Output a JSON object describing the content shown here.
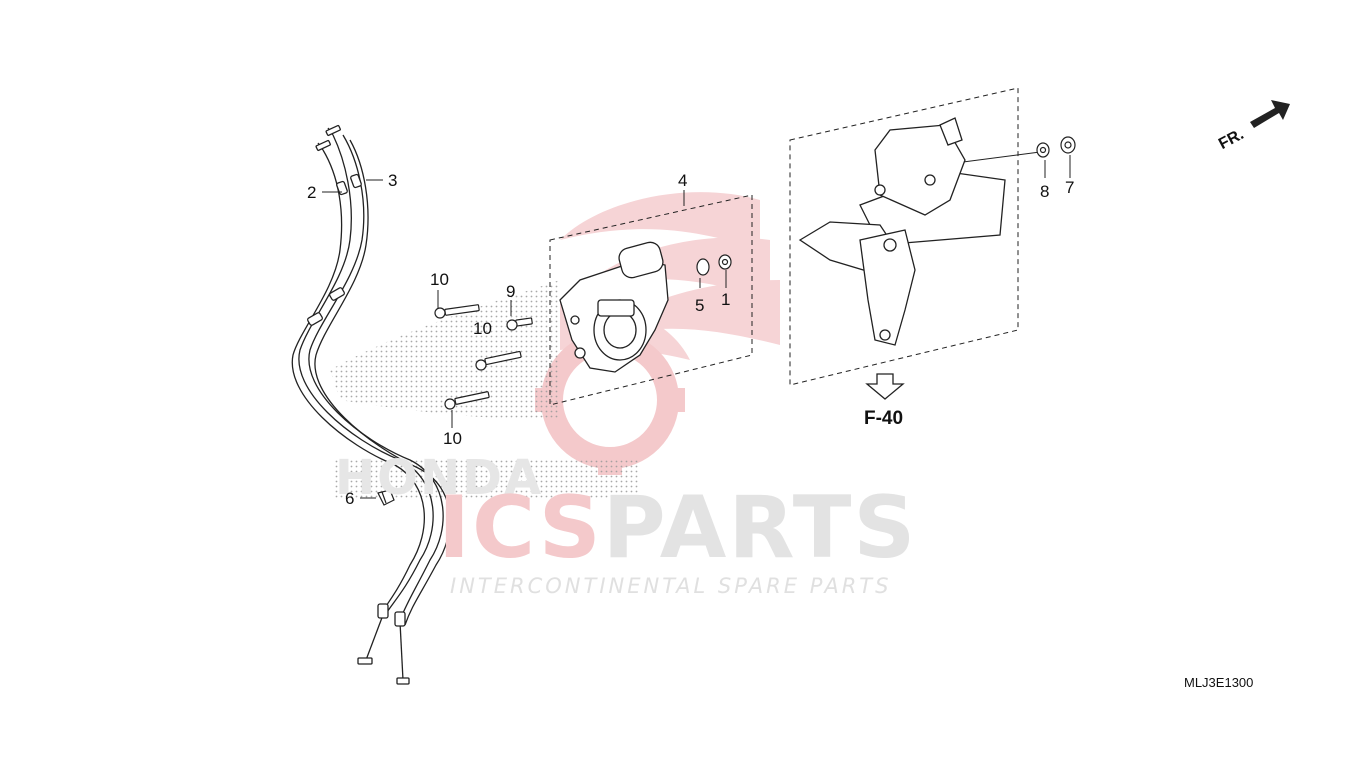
{
  "diagram": {
    "callouts": {
      "p1": "1",
      "p2": "2",
      "p3": "3",
      "p4": "4",
      "p5": "5",
      "p6": "6",
      "p7": "7",
      "p8": "8",
      "p9": "9",
      "p10a": "10",
      "p10b": "10",
      "p10c": "10"
    },
    "reference": "F-40",
    "direction_label": "FR.",
    "diagram_code": "MLJ3E1300"
  },
  "watermark": {
    "brand_part1": "ICS",
    "brand_part2": "PARTS",
    "tagline_part1": "INTERCONTINENTAL",
    "tagline_part2": "SPARE PARTS",
    "honda_text": "HONDA",
    "colors": {
      "red": "#f4c9cb",
      "grey": "#e3e3e3"
    }
  },
  "colors": {
    "line": "#222222",
    "wing": "#f6d4d6"
  }
}
